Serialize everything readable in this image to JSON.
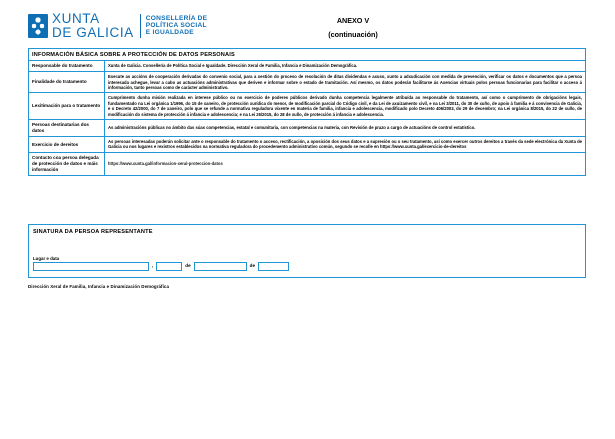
{
  "document": {
    "anexo_title": "ANEXO V",
    "anexo_subtitle": "(continuación)"
  },
  "brand": {
    "wordmark_line1": "XUNTA",
    "wordmark_line2": "DE GALICIA",
    "conselleria_line1": "CONSELLERÍA DE",
    "conselleria_line2": "POLÍTICA SOCIAL",
    "conselleria_line3": "E IGUALDADE",
    "accent_color": "#2196d4",
    "logo_color": "#0f6fb5"
  },
  "data_protection": {
    "section_title": "INFORMACIÓN BÁSICA SOBRE A PROTECCIÓN DE DATOS PERSONAIS",
    "rows": [
      {
        "label": "Responsable do tratamento",
        "value": "Xunta de Galicia. Consellería de Política Social e Igualdade. Dirección Xeral de Familia, Infancia e Dinamización Demográfica."
      },
      {
        "label": "Finalidade do tratamento",
        "value": "Execute as accións de cooperación derivadas do convenio social, para a xestión do proceso de resolución de ditas dividendas e axuso, xunto a adxudicación con medida de prevención, verificar os datos e documentos que a persoa interesada achegue, levar a cabo as actuacións administrativas que deriven e informar sobre o estado de tramitación. Así mesmo, os datos poderán facilitarse ás Axencias virtuais polos persoas funcionarias para facilitar o acceso á información, tanto persoas como de carácter administrativo."
      },
      {
        "label": "Lexitimación para o tratamento",
        "value": "Cumprimento dunha misión realizada en interese público ou no exercicio de poderes públicos derivado dunha competencia legalmente atribuída ao responsable do tratamento, así como o cumprimento de obrigacións legais, fundamentado na Lei orgánica 1/1996, do 15 de xaneiro, de protección xurídica do menor, de modificación parcial do Código civil, e da Lei de axuizamento civil, e na Lei 3/2011, do 30 de xuño, de apoio á familia e á convivencia de Galicia, e o Decreto 42/2000, do 7 de xaneiro, polo que se refunde a normativa reguladora vixente en materia de familia, infancia e adolescencia, modificado polo Decreto 406/2003, do 29 de decembro; na Lei orgánica 8/2015, do 22 de xullo, de modificación do sistema de protección á infancia e adolescencia; e na Lei 26/2015, do 28 de xullo, de protección á infancia e adolescencia."
      },
      {
        "label": "Persoas destinatarias dos datos",
        "value": "As administracións públicas no ámbito das súas competencias, estatal e comunitaria, con competencias na materia, con Revisión de prazo a cargo de actuacións de control estatístico."
      },
      {
        "label": "Exercicio de dereitos",
        "value": "As persoas interesadas poderán solicitar ante o responsable do tratamento o acceso, rectificación, a oposición dos seus datos e a supresión ou o seu tratamento, así como exercer outros dereitos a través da sede electrónica da Xunta de Galicia ou nos lugares e rexistros establecidos na normativa reguladora do procedemento administrativo común, segundo se recolle en https://www.xunta.gal/exercicio-de-dereitos"
      },
      {
        "label": "Contacto coa persoa delegada de protección de datos e máis información",
        "value": "https://www.xunta.gal/informacion-xeral-proteccion-datos"
      }
    ]
  },
  "signature": {
    "title": "SINATURA DA PERSOA REPRESENTANTE",
    "place_date_label": "Lugar e data",
    "place_value": "",
    "day_value": "",
    "month_value": "",
    "year_value": "",
    "separator_comma": ",",
    "separator_de_1": "de",
    "separator_de_2": "de"
  },
  "footer": {
    "destination": "Dirección Xeral de Familia, Infancia e Dinamización Demográfica"
  }
}
